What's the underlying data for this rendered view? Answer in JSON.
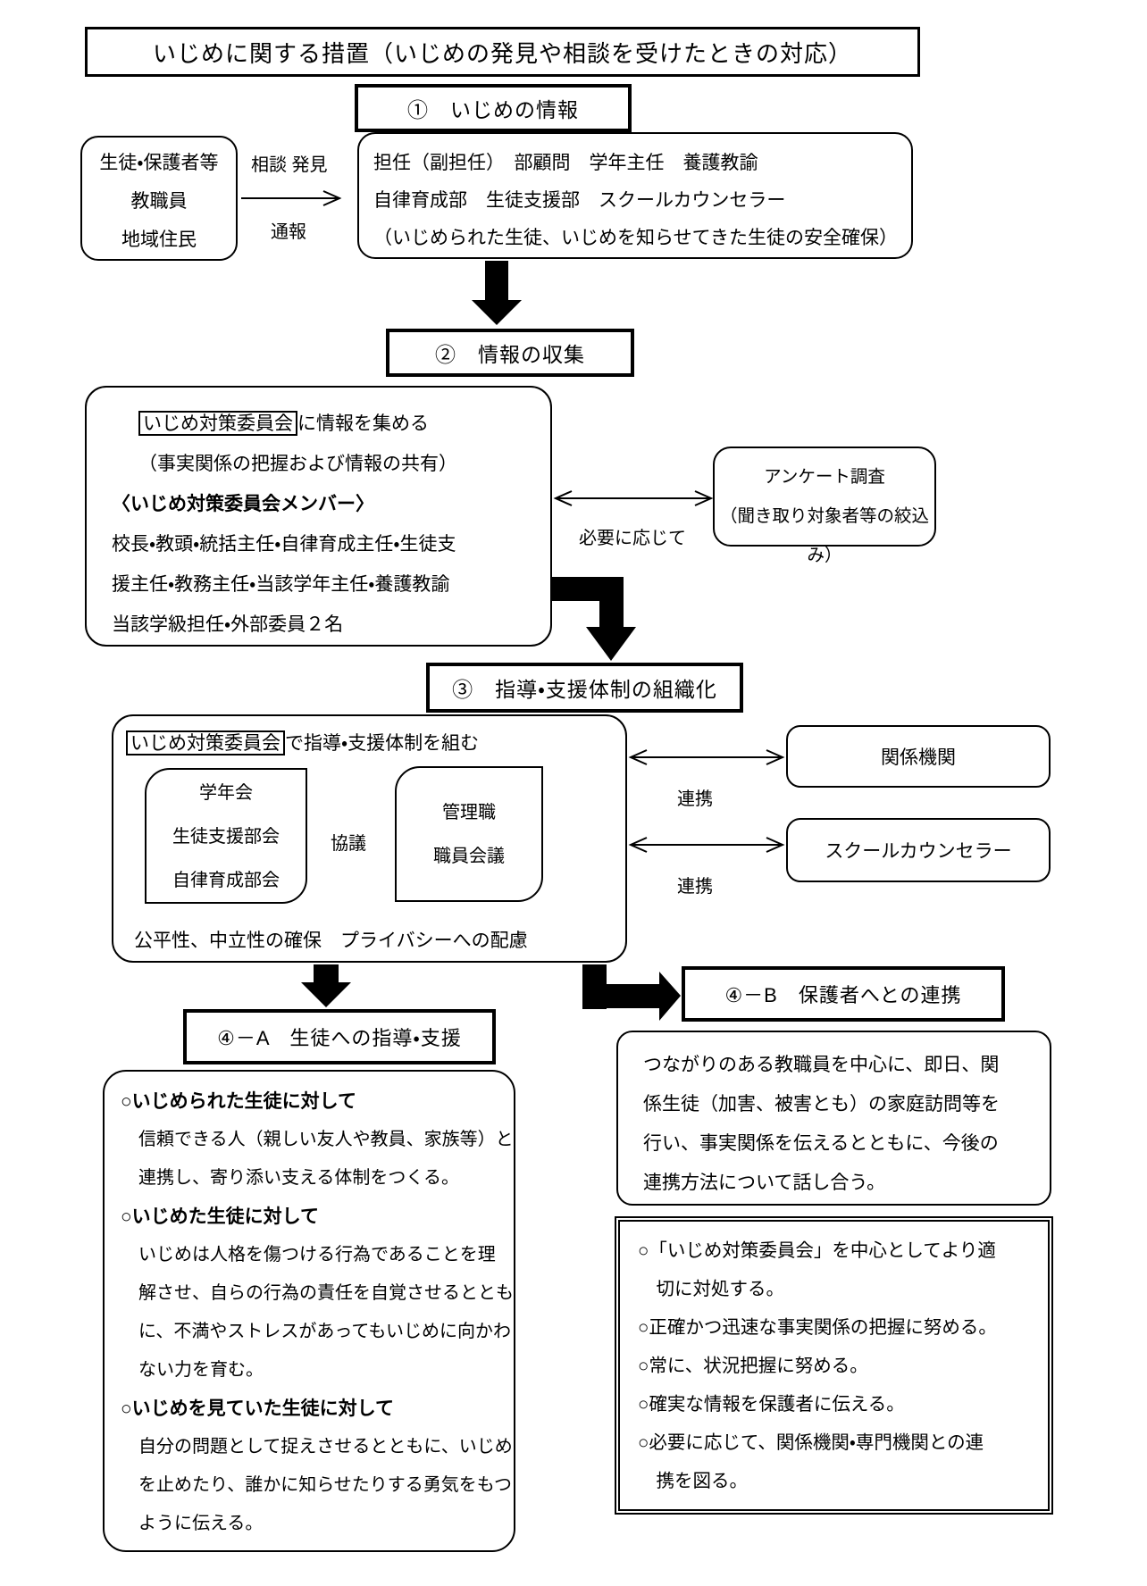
{
  "title": "いじめに関する措置（いじめの発見や相談を受けたときの対応）",
  "step1": {
    "heading": "①　いじめの情報",
    "sources": [
      "生徒・保護者等",
      "教職員",
      "地域住民"
    ],
    "arrow_label_top": "相談 発見",
    "arrow_label_bottom": "通報",
    "staff_lines": [
      "担任（副担任）　部顧問　学年主任　養護教諭",
      "自律育成部　生徒支援部　スクールカウンセラー",
      "（いじめられた生徒、いじめを知らせてきた生徒の安全確保）"
    ]
  },
  "step2": {
    "heading": "②　情報の収集",
    "committee_boxed": "いじめ対策委員会",
    "committee_rest": "に情報を集める",
    "subline": "（事実関係の把握および情報の共有）",
    "members_title": "〈いじめ対策委員会メンバー〉",
    "members": [
      "校長・教頭・統括主任・自律育成主任・生徒支",
      "援主任・教務主任・当該学年主任・養護教諭",
      "当該学級担任・外部委員２名"
    ],
    "arrow_label": "必要に応じて",
    "survey_lines": [
      "アンケート調査",
      "（聞き取り対象者等の絞込み）"
    ]
  },
  "step3": {
    "heading": "③　指導・支援体制の組織化",
    "committee_boxed": "いじめ対策委員会",
    "committee_rest": "で指導・支援体制を組む",
    "left_group": [
      "学年会",
      "生徒支援部会",
      "自律育成部会"
    ],
    "right_group": [
      "管理職",
      "職員会議"
    ],
    "consult_label": "協議",
    "bottom_note": "公平性、中立性の確保　プライバシーへの配慮",
    "related_org": "関係機関",
    "counselor": "スクールカウンセラー",
    "link_label_1": "連携",
    "link_label_2": "連携"
  },
  "step4a": {
    "heading": "④－A　生徒への指導・支援",
    "sections": [
      {
        "title": "○いじめられた生徒に対して",
        "body": [
          "信頼できる人（親しい友人や教員、家族等）と",
          "連携し、寄り添い支える体制をつくる。"
        ]
      },
      {
        "title": "○いじめた生徒に対して",
        "body": [
          "いじめは人格を傷つける行為であることを理",
          "解させ、自らの行為の責任を自覚させるととも",
          "に、不満やストレスがあってもいじめに向かわ",
          "ない力を育む。"
        ]
      },
      {
        "title": "○いじめを見ていた生徒に対して",
        "body": [
          "自分の問題として捉えさせるとともに、いじめ",
          "を止めたり、誰かに知らせたりする勇気をもつ",
          "ように伝える。"
        ]
      }
    ]
  },
  "step4b": {
    "heading": "④－B　保護者へとの連携",
    "body": [
      "つながりのある教職員を中心に、即日、関",
      "係生徒（加害、被害とも）の家庭訪問等を",
      "行い、事実関係を伝えるとともに、今後の",
      "連携方法について話し合う。"
    ]
  },
  "summary": {
    "items": [
      "○「いじめ対策委員会」を中心としてより適",
      "　切に対処する。",
      "○正確かつ迅速な事実関係の把握に努める。",
      "○常に、状況把握に努める。",
      "○確実な情報を保護者に伝える。",
      "○必要に応じて、関係機関・専門機関との連",
      "　携を図る。"
    ]
  }
}
